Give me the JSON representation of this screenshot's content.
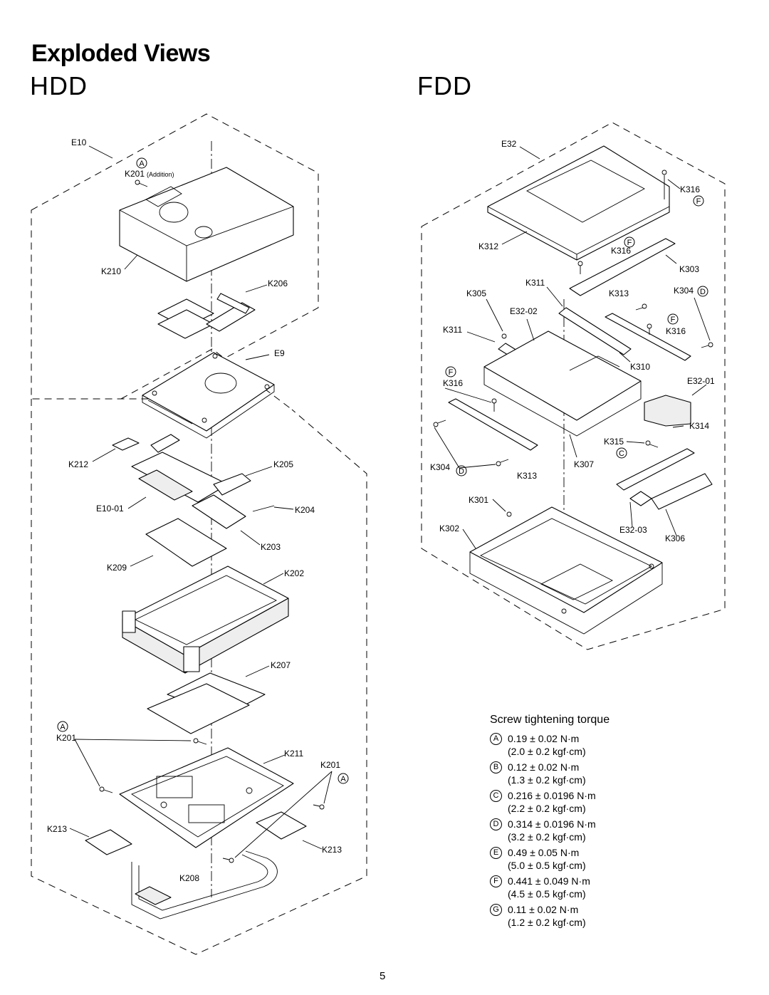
{
  "header": {
    "title": "Exploded Views",
    "hdd_label": "HDD",
    "fdd_label": "FDD"
  },
  "hdd_labels": {
    "e10": "E10",
    "a_top": "A",
    "k201_top": "K201",
    "addition": "(Addition)",
    "k210": "K210",
    "k206": "K206",
    "e9": "E9",
    "k212": "K212",
    "k205": "K205",
    "e10_01": "E10-01",
    "k204": "K204",
    "k203": "K203",
    "k209": "K209",
    "k202": "K202",
    "k207": "K207",
    "a_left": "A",
    "k201_left": "K201",
    "k211": "K211",
    "k201_right": "K201",
    "a_right": "A",
    "k213_left": "K213",
    "k213_right": "K213",
    "k208": "K208"
  },
  "fdd_labels": {
    "e32": "E32",
    "k316_a": "K316",
    "f_a": "F",
    "k312": "K312",
    "f_b": "F",
    "k316_b": "K316",
    "k303": "K303",
    "k311_a": "K311",
    "k305": "K305",
    "k313_a": "K313",
    "k304_a": "K304",
    "d_a": "D",
    "e32_02": "E32-02",
    "f_c": "F",
    "k316_c": "K316",
    "k311_b": "K311",
    "k310": "K310",
    "f_d": "F",
    "k316_d": "K316",
    "e32_01": "E32-01",
    "k314": "K314",
    "k315": "K315",
    "c_a": "C",
    "k304_b": "K304",
    "d_b": "D",
    "k313_b": "K313",
    "k307": "K307",
    "k301": "K301",
    "k302": "K302",
    "e32_03": "E32-03",
    "k306": "K306"
  },
  "torque": {
    "title": "Screw tightening torque",
    "items": [
      {
        "badge": "A",
        "nm": "0.19 ± 0.02 N·m",
        "kgf": "(2.0 ± 0.2 kgf·cm)"
      },
      {
        "badge": "B",
        "nm": "0.12 ± 0.02 N·m",
        "kgf": "(1.3 ± 0.2 kgf·cm)"
      },
      {
        "badge": "C",
        "nm": "0.216 ± 0.0196 N·m",
        "kgf": "(2.2 ± 0.2 kgf·cm)"
      },
      {
        "badge": "D",
        "nm": "0.314 ± 0.0196 N·m",
        "kgf": "(3.2 ± 0.2 kgf·cm)"
      },
      {
        "badge": "E",
        "nm": "0.49 ± 0.05 N·m",
        "kgf": "(5.0 ± 0.5 kgf·cm)"
      },
      {
        "badge": "F",
        "nm": "0.441 ± 0.049 N·m",
        "kgf": "(4.5 ± 0.5 kgf·cm)"
      },
      {
        "badge": "G",
        "nm": "0.11 ± 0.02 N·m",
        "kgf": "(1.2 ± 0.2 kgf·cm)"
      }
    ]
  },
  "page_number": "5"
}
